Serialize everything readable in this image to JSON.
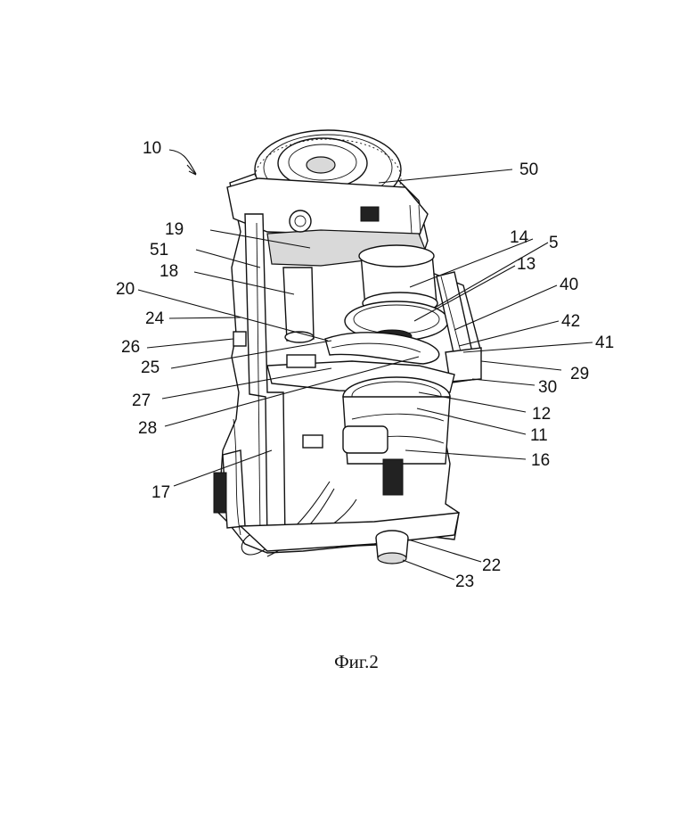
{
  "figure": {
    "caption": "Фиг.2",
    "labels": [
      "10",
      "50",
      "19",
      "51",
      "14",
      "5",
      "13",
      "18",
      "40",
      "20",
      "42",
      "24",
      "41",
      "26",
      "29",
      "25",
      "30",
      "27",
      "12",
      "28",
      "11",
      "16",
      "17",
      "22",
      "23"
    ]
  }
}
